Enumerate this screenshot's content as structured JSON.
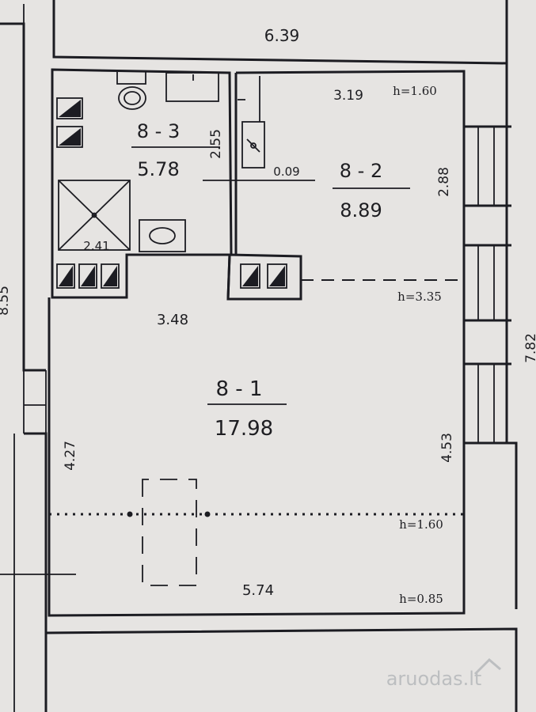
{
  "colors": {
    "background": "#e6e4e2",
    "ink": "#1c1c22"
  },
  "rooms": [
    {
      "id": "8 - 3",
      "area": "5.78"
    },
    {
      "id": "8 - 2",
      "area": "8.89"
    },
    {
      "id": "8 - 1",
      "area": "17.98"
    }
  ],
  "dimensions": {
    "top_corridor": "6.39",
    "top_right": "3.19",
    "bath_vertical": "2.55",
    "kitchen_gap": "0.09",
    "kitchen_right": "2.88",
    "shower": "2.41",
    "main_top": "3.48",
    "main_left": "4.27",
    "main_right": "4.53",
    "main_bottom": "5.74",
    "outer_right": "7.82",
    "outer_left": "8.55"
  },
  "heights": {
    "top": "h=1.60",
    "mid": "h=3.35",
    "lower": "h=1.60",
    "bottom": "h=0.85"
  },
  "watermark": "aruodas.lt"
}
